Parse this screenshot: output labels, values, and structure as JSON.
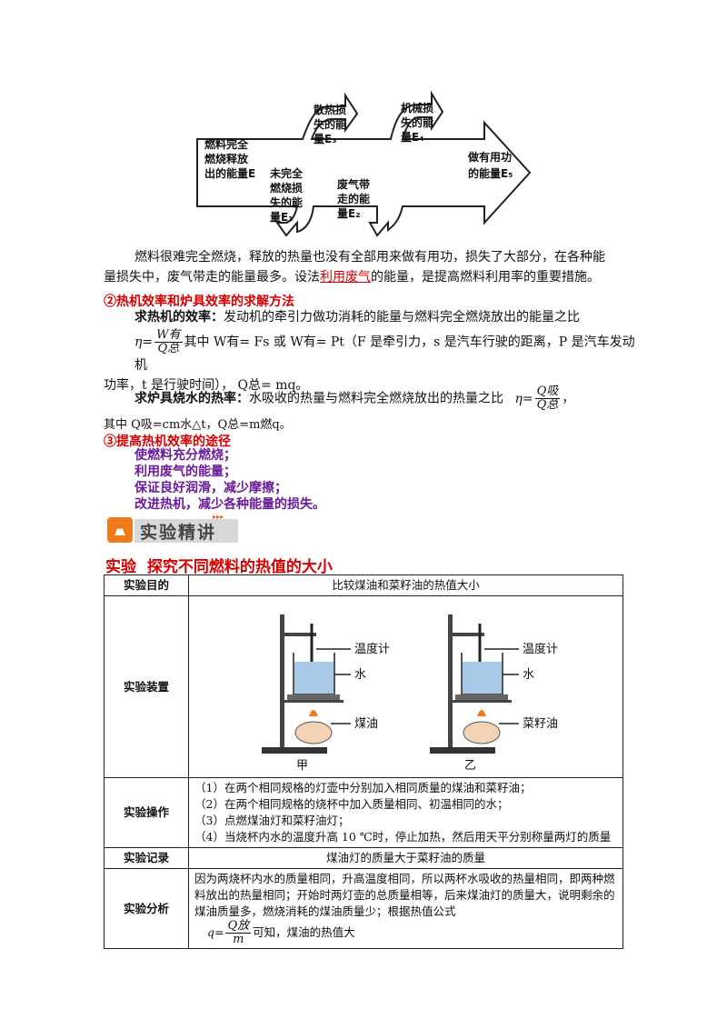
{
  "flow": {
    "e_label": "燃料完全燃烧释放出的能量E",
    "e_lines": [
      "燃料完全",
      "燃烧释放",
      "出的能量E"
    ],
    "e3_lines": [
      "散热损",
      "失的能",
      "量E₃"
    ],
    "e4_lines": [
      "机械损",
      "失的能",
      "量E₄"
    ],
    "e5_lines": [
      "做有用功",
      "的能量E₅"
    ],
    "e1_lines": [
      "未完全",
      "燃烧损",
      "失的能",
      "量E₁"
    ],
    "e2_lines": [
      "废气带",
      "走的能",
      "量E₂"
    ]
  },
  "intro": {
    "line1": "燃料很难完全燃烧，释放的热量也没有全部用来做有用功，损失了大部分，在各种能",
    "line2a": "量损失中，废气带走的能量最多。设法",
    "line2_link": "利用废气",
    "line2b": "的能量，是提高燃料利用率的重要措施。"
  },
  "sec2": {
    "title": "②热机效率和炉具效率的求解方法",
    "engine_label": "求热机的效率：",
    "engine_text": "发动机的牵引力做功消耗的能量与燃料完全燃烧放出的能量之比",
    "eta": "η=",
    "w_num": "W有",
    "q_den": "Q总",
    "engine_formula": "其中 W有= Fs 或 W有= Pt（F 是牵引力，s 是汽车行驶的距离，P 是汽车发动机",
    "engine_formula2": "功率，t 是行驶时间），  Q总= mq。",
    "stove_label": "求炉具烧水的热率：",
    "stove_text": "水吸收的热量与燃料完全燃烧放出的热量之比",
    "q_xi": "Q吸",
    "stove_formula": "其中 Q吸=cm水△t，Q总=m燃q。"
  },
  "sec3": {
    "title": "③提高热机效率的途径",
    "items": [
      "使燃料充分燃烧；",
      "利用废气的能量；",
      "保证良好润滑，减少摩擦；",
      "改进热机，减少各种能量的损失。"
    ]
  },
  "banner": {
    "text": "实验精讲"
  },
  "experiment": {
    "heading": "实验  探究不同燃料的热值的大小",
    "rows": {
      "purpose_label": "实验目的",
      "purpose": "比较煤油和菜籽油的热值大小",
      "apparatus_label": "实验装置",
      "operation_label": "实验操作",
      "operation": [
        "（1）在两个相同规格的灯壶中分别加入相同质量的煤油和菜籽油；",
        "（2）在两个相同规格的烧杯中加入质量相同、初温相同的水；",
        "（3）点燃煤油灯和菜籽油灯；",
        "（4）当烧杯内水的温度升高  10 ℃时，停止加热，然后用天平分别称量两灯的质量"
      ],
      "record_label": "实验记录",
      "record": "煤油灯的质量大于菜籽油的质量",
      "analysis_label": "实验分析",
      "analysis": "因为两烧杯内水的质量相同，升高温度相同，所以两杯水吸收的热量相同，即两种燃料放出的热量相同；开始时两灯壶的总质量相等，后来煤油灯的质量大，说明剩余的煤油质量多，燃烧消耗的煤油质量少；根据热值公式",
      "q_formula_q": "q=",
      "q_formula_num": "Q放",
      "q_formula_den": "m",
      "analysis_end": "可知，煤油的热值大"
    },
    "apparatus": {
      "left": {
        "thermo": "温度计",
        "water": "水",
        "fuel": "煤油",
        "caption": "甲"
      },
      "right": {
        "thermo": "温度计",
        "water": "水",
        "fuel": "菜籽油",
        "caption": "乙"
      }
    }
  }
}
